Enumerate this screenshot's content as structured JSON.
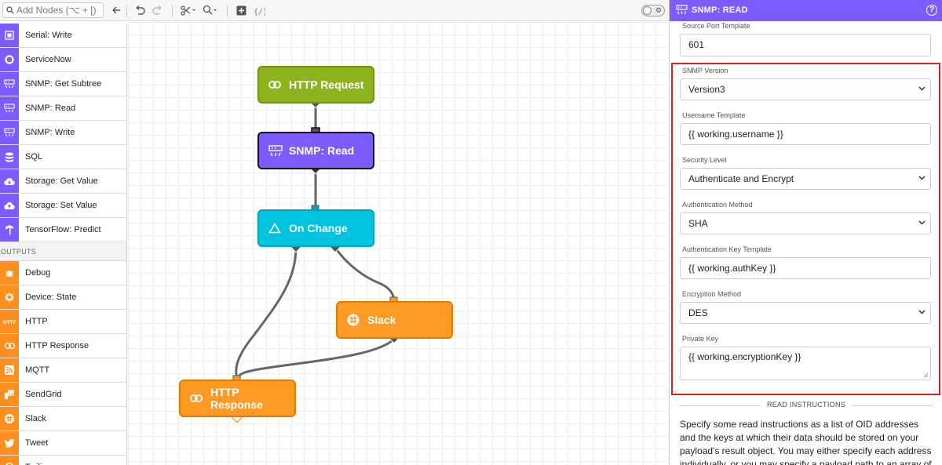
{
  "toolbar": {
    "search_placeholder": "Add Nodes (⌥ + [)",
    "icons": [
      "search-icon",
      "collapse-arrow-icon",
      "undo-icon",
      "redo-icon",
      "scissors-icon",
      "zoom-icon",
      "add-icon",
      "variables-icon"
    ]
  },
  "palette": {
    "items": [
      {
        "label": "Serial: Write",
        "icon": "serial-icon",
        "color": "#7c5cff"
      },
      {
        "label": "ServiceNow",
        "icon": "servicenow-icon",
        "color": "#7c5cff"
      },
      {
        "label": "SNMP: Get Subtree",
        "icon": "snmp-icon",
        "color": "#7c5cff"
      },
      {
        "label": "SNMP: Read",
        "icon": "snmp-icon",
        "color": "#7c5cff"
      },
      {
        "label": "SNMP: Write",
        "icon": "snmp-icon",
        "color": "#7c5cff"
      },
      {
        "label": "SQL",
        "icon": "database-icon",
        "color": "#7c5cff"
      },
      {
        "label": "Storage: Get Value",
        "icon": "cloud-download-icon",
        "color": "#7c5cff"
      },
      {
        "label": "Storage: Set Value",
        "icon": "cloud-upload-icon",
        "color": "#7c5cff"
      },
      {
        "label": "TensorFlow: Predict",
        "icon": "tensorflow-icon",
        "color": "#7c5cff"
      }
    ],
    "section_outputs": "OUTPUTS",
    "outputs": [
      {
        "label": "Debug",
        "icon": "bug-icon",
        "color": "#fd8f1f"
      },
      {
        "label": "Device: State",
        "icon": "gear-icon",
        "color": "#fd8f1f"
      },
      {
        "label": "HTTP",
        "icon": "http-icon",
        "color": "#fd8f1f"
      },
      {
        "label": "HTTP Response",
        "icon": "link-icon",
        "color": "#fd8f1f"
      },
      {
        "label": "MQTT",
        "icon": "rss-icon",
        "color": "#fd8f1f"
      },
      {
        "label": "SendGrid",
        "icon": "sendgrid-icon",
        "color": "#fd8f1f"
      },
      {
        "label": "Slack",
        "icon": "slack-icon",
        "color": "#fd8f1f"
      },
      {
        "label": "Tweet",
        "icon": "twitter-icon",
        "color": "#fd8f1f"
      },
      {
        "label": "Twilio",
        "icon": "twilio-icon",
        "color": "#fd8f1f"
      }
    ]
  },
  "canvas": {
    "nodes": [
      {
        "label": "HTTP Request",
        "icon": "link-icon",
        "color": "#8db31f"
      },
      {
        "label": "SNMP: Read",
        "icon": "snmp-icon",
        "color": "#7c5cff"
      },
      {
        "label": "On Change",
        "icon": "triangle-icon",
        "color": "#00c4df"
      },
      {
        "label": "Slack",
        "icon": "slack-icon",
        "color": "#fd9a24"
      },
      {
        "label": "HTTP Response",
        "icon": "link-icon",
        "color": "#fd9a24"
      }
    ]
  },
  "panel": {
    "title": "SNMP: READ",
    "source_port_label": "Source Port Template",
    "source_port_value": "601",
    "snmp_version_label": "SNMP Version",
    "snmp_version_value": "Version3",
    "username_label": "Username Template",
    "username_value": "{{ working.username }}",
    "security_level_label": "Security Level",
    "security_level_value": "Authenticate and Encrypt",
    "auth_method_label": "Authentication Method",
    "auth_method_value": "SHA",
    "auth_key_label": "Authentication Key Template",
    "auth_key_value": "{{ working.authKey }}",
    "encryption_label": "Encryption Method",
    "encryption_value": "DES",
    "private_key_label": "Private Key",
    "private_key_value": "{{ working.encryptionKey }}",
    "section_title": "READ INSTRUCTIONS",
    "description": "Specify some read instructions as a list of OID addresses and the keys at which their data should be stored on your payload's result object. You may either specify each address individually, or you may specify a payload path to an array of read instruction"
  },
  "colors": {
    "accent_purple": "#7c5cff",
    "output_orange": "#fd8f1f",
    "highlight_red": "#e01e1e"
  }
}
